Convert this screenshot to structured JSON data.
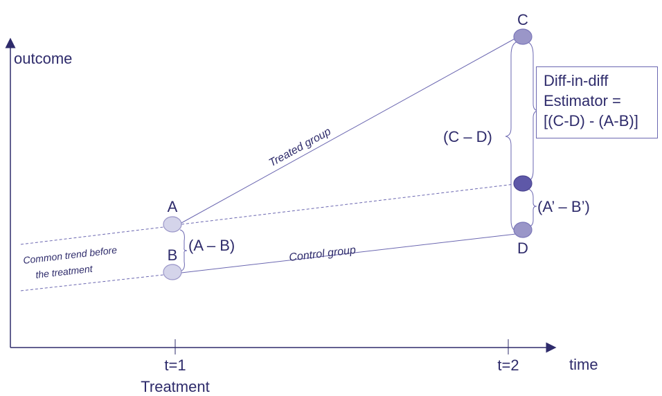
{
  "axes": {
    "y_label": "outcome",
    "x_label": "time",
    "tick_t1": "t=1",
    "tick_t2": "t=2",
    "treatment_label": "Treatment"
  },
  "points": {
    "A": "A",
    "B": "B",
    "C": "C",
    "D": "D"
  },
  "lines": {
    "treated": "Treated group",
    "control": "Control group",
    "trend_line1": "Common trend before",
    "trend_line2": "the treatment"
  },
  "differences": {
    "a_minus_b": "(A – B)",
    "c_minus_d": "(C – D)",
    "aprime_minus_bprime": "(A’ – B’)"
  },
  "estimator": {
    "line1": "Diff-in-diff",
    "line2": "Estimator =",
    "line3": "[(C-D) - (A-B)]"
  },
  "colors": {
    "ink": "#2e2b6b",
    "line": "#6a66b0",
    "point_light": "#d4d4ea",
    "point_mid": "#9a96c8",
    "point_dark": "#5e58a8"
  }
}
